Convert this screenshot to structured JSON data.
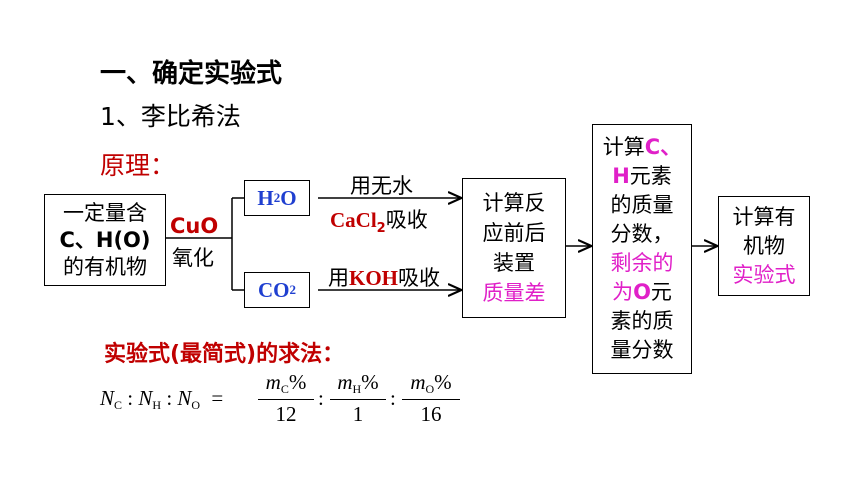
{
  "title": "一、确定实验式",
  "subtitle": "1、李比希法",
  "principle_label": "原理：",
  "flow": {
    "start_box": [
      "一定量含",
      "C、H(O)",
      "的有机物"
    ],
    "oxidizer": "CuO",
    "oxidize_label": "氧化",
    "h2o": {
      "base": "H",
      "sub": "2",
      "tail": "O"
    },
    "co2": {
      "base": "CO",
      "sub": "2"
    },
    "upper_arrow_line1": "用无水",
    "upper_arrow_cacl": "CaCl",
    "upper_arrow_cacl_sub": "2",
    "upper_arrow_tail": "吸收",
    "lower_arrow_pre": "用",
    "lower_arrow_koh": "KOH",
    "lower_arrow_tail": "吸收",
    "calc_box": [
      "计算反",
      "应前后",
      "装置"
    ],
    "calc_box_highlight": "质量差",
    "mass_box": {
      "l1_a": "计算",
      "l1_b": "C、",
      "l2_a": "H",
      "l2_b": "元素",
      "l3": "的质量",
      "l4": "分数，",
      "l5": "剩余的",
      "l6_a": "为",
      "l6_b": "O",
      "l6_c": "元",
      "l7": "素的质",
      "l8": "量分数"
    },
    "result_box": [
      "计算有",
      "机物"
    ],
    "result_highlight": "实验式"
  },
  "method_label": "实验式(最简式)的求法：",
  "formula": {
    "lhs": [
      {
        "var": "N",
        "sub": "C"
      },
      {
        "var": "N",
        "sub": "H"
      },
      {
        "var": "N",
        "sub": "O"
      }
    ],
    "sep": ":",
    "eq": "=",
    "fractions": [
      {
        "num_var": "m",
        "num_sub": "C",
        "pct": "%",
        "den": "12"
      },
      {
        "num_var": "m",
        "num_sub": "H",
        "pct": "%",
        "den": "1"
      },
      {
        "num_var": "m",
        "num_sub": "O",
        "pct": "%",
        "den": "16"
      }
    ]
  },
  "colors": {
    "red": "#c00000",
    "magenta": "#e020c8",
    "blue": "#1f3fd0"
  }
}
